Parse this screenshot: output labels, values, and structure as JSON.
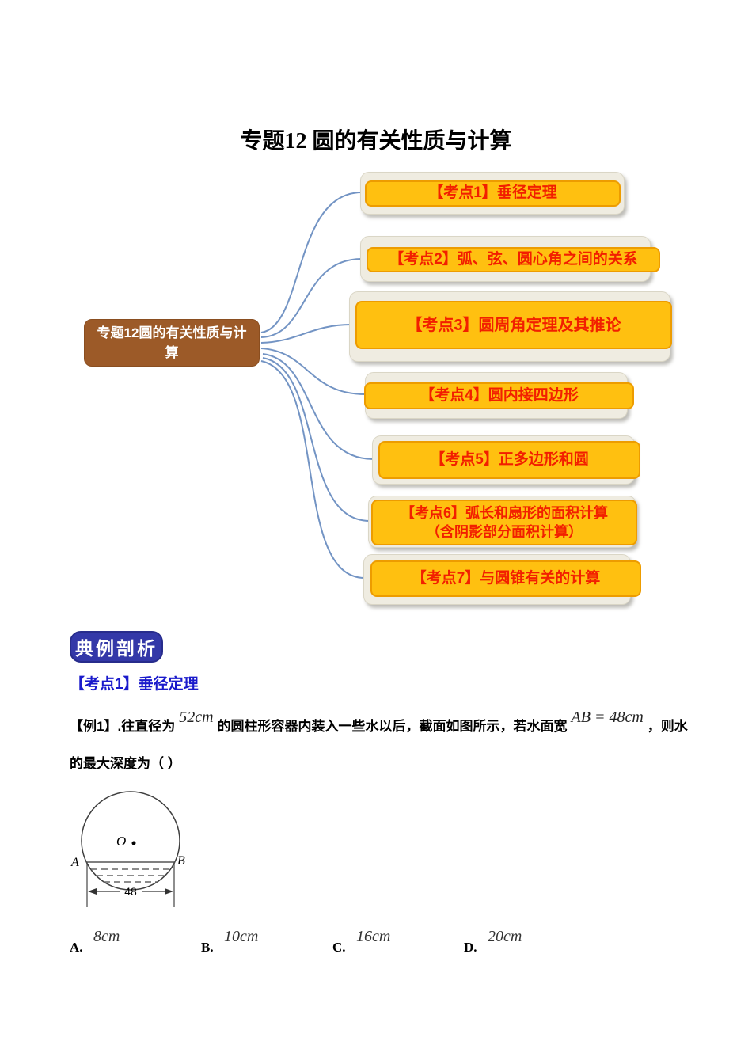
{
  "page": {
    "title": "专题12  圆的有关性质与计算"
  },
  "mindmap": {
    "root_label": "专题12圆的有关性质与计算",
    "colors": {
      "node_fill": "#FFC010",
      "node_border": "#ED9C00",
      "node_text": "#F21F00",
      "root_fill": "#9C5A28",
      "root_text": "#FFFFFF",
      "container_fill": "#EFECE1",
      "connector": "#7394C4"
    },
    "nodes": [
      {
        "label": "【考点1】垂径定理"
      },
      {
        "label": "【考点2】弧、弦、圆心角之间的关系"
      },
      {
        "label": "【考点3】圆周角定理及其推论"
      },
      {
        "label": "【考点4】圆内接四边形"
      },
      {
        "label": "【考点5】正多边形和圆"
      },
      {
        "label": "【考点6】弧长和扇形的面积计算",
        "label2": "（含阴影部分面积计算）"
      },
      {
        "label": "【考点7】与圆锥有关的计算"
      }
    ]
  },
  "section": {
    "badge": "典例剖析",
    "topic_heading": "【考点1】垂径定理"
  },
  "example": {
    "label": "【例1】",
    "seg1": ".往直径为",
    "math1": "52cm",
    "seg2": "的圆柱形容器内装入一些水以后，截面如图所示，若水面宽",
    "math2": "AB = 48cm",
    "seg3": "，则水",
    "line2": "的最大深度为（ ）"
  },
  "figure": {
    "center_label": "O",
    "point_a": "A",
    "point_b": "B",
    "width_label": "48"
  },
  "options": [
    {
      "letter": "A.",
      "value": "8cm"
    },
    {
      "letter": "B.",
      "value": "10cm"
    },
    {
      "letter": "C.",
      "value": "16cm"
    },
    {
      "letter": "D.",
      "value": "20cm"
    }
  ]
}
